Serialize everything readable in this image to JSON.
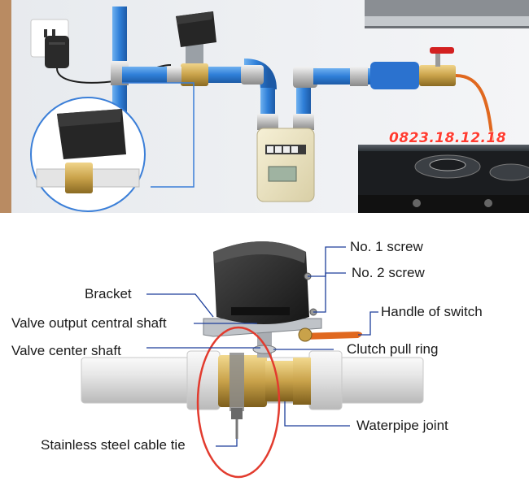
{
  "watermark": "0823.18.12.18",
  "labels": {
    "screw1": "No. 1 screw",
    "screw2": "No. 2 screw",
    "bracket": "Bracket",
    "handle": "Handle of switch",
    "output_shaft": "Valve output central shaft",
    "center_shaft": "Valve center shaft",
    "clutch": "Clutch pull ring",
    "waterpipe": "Waterpipe joint",
    "cable_tie": "Stainless steel cable tie"
  },
  "colors": {
    "pipe_blue": "#2f7fd8",
    "valve_black": "#2b2b2b",
    "brass": "#c9a24a",
    "hose_orange": "#e0681f",
    "highlight_red": "#e23b2e"
  }
}
